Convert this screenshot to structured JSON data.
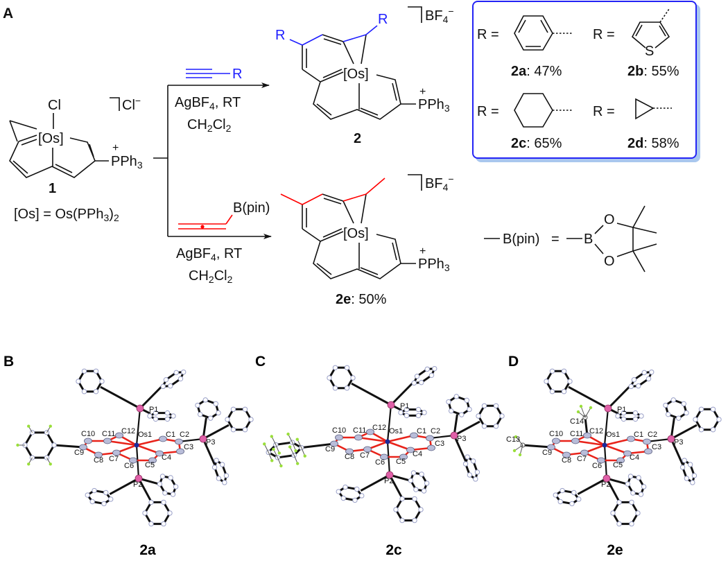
{
  "panel_labels": {
    "a": "A",
    "b": "B",
    "c": "C",
    "d": "D"
  },
  "compound1": {
    "cl": "Cl",
    "os": "[Os]",
    "plus": "+",
    "pph": "PPh",
    "pph_sub": "3",
    "counterion": "Cl",
    "counterion_charge": "−",
    "label": "1",
    "definition": {
      "main": "[Os] = Os(PPh",
      "sub1": "3",
      "close": ")",
      "sub2": "2"
    }
  },
  "top_reaction": {
    "reagent_r": "R",
    "conditions_1": {
      "main": "AgBF",
      "sub": "4",
      "tail": ", RT"
    },
    "conditions_2": {
      "main": "CH",
      "sub1": "2",
      "mid": "Cl",
      "sub2": "2"
    }
  },
  "bottom_reaction": {
    "reagent_group": "B(pin)",
    "conditions_1": {
      "main": "AgBF",
      "sub": "4",
      "tail": ", RT"
    },
    "conditions_2": {
      "main": "CH",
      "sub1": "2",
      "mid": "Cl",
      "sub2": "2"
    }
  },
  "product2": {
    "r_left": "R",
    "r_right": "R",
    "os": "[Os]",
    "plus": "+",
    "pph": "PPh",
    "pph_sub": "3",
    "counterion": "BF",
    "counterion_sub": "4",
    "counterion_charge": "−",
    "label": "2"
  },
  "product2e": {
    "os": "[Os]",
    "plus": "+",
    "pph": "PPh",
    "pph_sub": "3",
    "counterion": "BF",
    "counterion_sub": "4",
    "counterion_charge": "−",
    "label": "2e",
    "yield": ": 50%"
  },
  "substituent_box": {
    "items": [
      {
        "r_eq": "R =",
        "compound": "2a",
        "yield": ": 47%",
        "group": "phenyl"
      },
      {
        "r_eq": "R =",
        "compound": "2b",
        "yield": ": 55%",
        "group": "3-thienyl",
        "hetero_atom": "S"
      },
      {
        "r_eq": "R =",
        "compound": "2c",
        "yield": ": 65%",
        "group": "cyclohexyl"
      },
      {
        "r_eq": "R =",
        "compound": "2d",
        "yield": ": 58%",
        "group": "cyclopropyl"
      }
    ]
  },
  "bpin_definition": {
    "lhs": "B(pin)",
    "equals": "=",
    "boron": "B",
    "oxygen_top": "O",
    "oxygen_bottom": "O"
  },
  "crystal_panels": [
    {
      "letter": "B",
      "compound": "2a",
      "variant": "phenyl",
      "atom_labels": [
        "C1",
        "C2",
        "C3",
        "C4",
        "C5",
        "C6",
        "C7",
        "C8",
        "C9",
        "C10",
        "C11",
        "C12",
        "Os1",
        "P1",
        "P2",
        "P3"
      ]
    },
    {
      "letter": "C",
      "compound": "2c",
      "variant": "cyclohexyl",
      "atom_labels": [
        "C1",
        "C2",
        "C3",
        "C4",
        "C5",
        "C6",
        "C7",
        "C8",
        "C9",
        "C10",
        "C11",
        "C12",
        "Os1",
        "P1",
        "P2",
        "P3"
      ]
    },
    {
      "letter": "D",
      "compound": "2e",
      "variant": "methyl",
      "atom_labels": [
        "C1",
        "C2",
        "C3",
        "C4",
        "C5",
        "C6",
        "C7",
        "C8",
        "C9",
        "C10",
        "C11",
        "C12",
        "Os1",
        "P1",
        "P2",
        "P3",
        "C13",
        "C14"
      ]
    }
  ],
  "colors": {
    "alkyne": "#1e1eff",
    "allene": "#ff0000",
    "box_border": "#2323f5",
    "box_shadow": "#a9c7ee",
    "crystal_ring_bond": "#e8231a",
    "phosphorus": "#e060a8",
    "osmium": "#1a2a9a",
    "hydrogen": "#9adf3a"
  }
}
